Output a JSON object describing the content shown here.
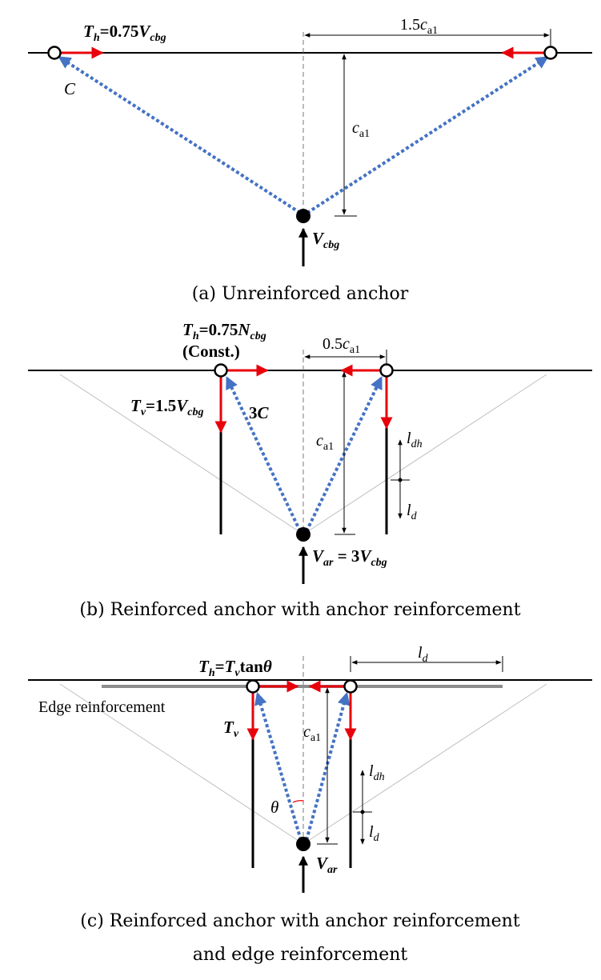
{
  "panel_a": {
    "caption": "(a) Unreinforced anchor",
    "label_th": {
      "main": "T",
      "sub": "h",
      "rest": "=0.75",
      "var": "V",
      "var_sub": "cbg"
    },
    "label_c": "C",
    "label_spacing": {
      "pre": "1.5",
      "var": "c",
      "sub": "a1"
    },
    "label_edge": {
      "var": "c",
      "sub": "a1"
    },
    "label_load": {
      "var": "V",
      "sub": "cbg"
    }
  },
  "panel_b": {
    "caption": "(b) Reinforced anchor with anchor reinforcement",
    "label_th": {
      "main": "T",
      "sub": "h",
      "rest": "=0.75",
      "var": "N",
      "var_sub": "cbg"
    },
    "label_const": "(Const.)",
    "label_tv": {
      "main": "T",
      "sub": "v",
      "rest": "=1.5",
      "var": "V",
      "var_sub": "cbg"
    },
    "label_3c": {
      "pre": "3",
      "var": "C"
    },
    "label_spacing": {
      "pre": "0.5",
      "var": "c",
      "sub": "a1"
    },
    "label_edge": {
      "var": "c",
      "sub": "a1"
    },
    "label_ldh": {
      "var": "l",
      "sub": "dh"
    },
    "label_ld": {
      "var": "l",
      "sub": "d"
    },
    "label_load": {
      "var": "V",
      "sub": "ar",
      "eq": " = 3",
      "var2": "V",
      "sub2": "cbg"
    }
  },
  "panel_c": {
    "caption_line1": "(c) Reinforced anchor with anchor reinforcement",
    "caption_line2": "and edge reinforcement",
    "label_th": {
      "main": "T",
      "sub": "h",
      "rest": "=",
      "var": "T",
      "var_sub": "v",
      "tail": "tan",
      "theta": "θ"
    },
    "label_edge_reinf": "Edge reinforcement",
    "label_tv": {
      "main": "T",
      "sub": "v"
    },
    "label_edge": {
      "var": "c",
      "sub": "a1"
    },
    "label_ld_top": {
      "var": "l",
      "sub": "d"
    },
    "label_ldh": {
      "var": "l",
      "sub": "dh"
    },
    "label_ld": {
      "var": "l",
      "sub": "d"
    },
    "label_theta": "θ",
    "label_load": {
      "var": "V",
      "sub": "ar"
    }
  },
  "colors": {
    "strut": "#4472c4",
    "tie": "#e8000b",
    "edge_bar": "#8c8c8c",
    "guide": "#bfbfbf"
  }
}
